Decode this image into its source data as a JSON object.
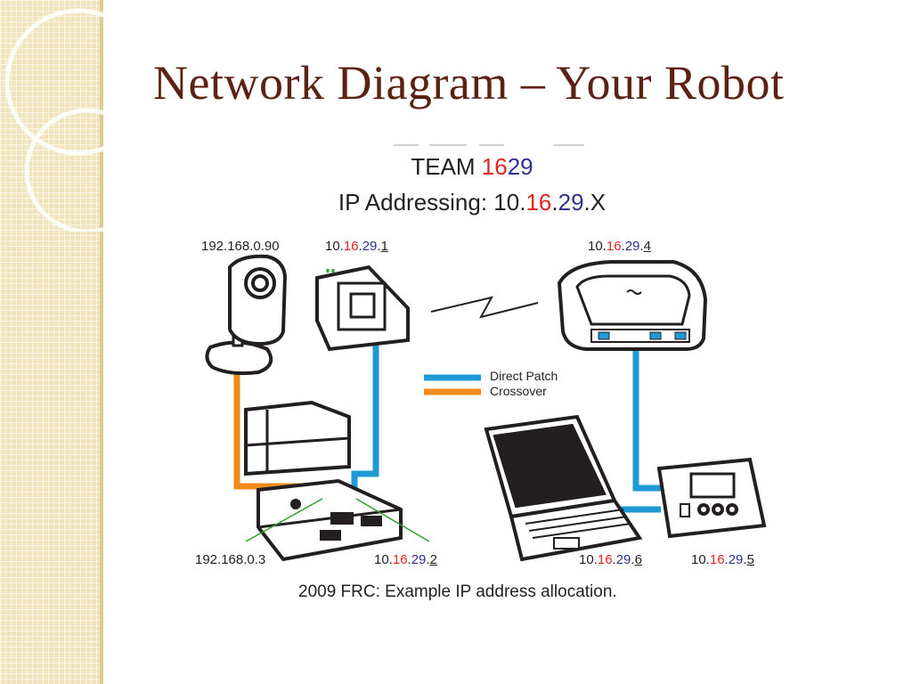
{
  "title": "Network Diagram – Your Robot",
  "header": {
    "team_prefix": "TEAM ",
    "team_part1": "16",
    "team_part2": "29",
    "ip_prefix": "IP Addressing:  10.",
    "ip_part1": "16",
    "ip_dot1": ".",
    "ip_part2": "29",
    "ip_suffix": ".X"
  },
  "devices": {
    "camera": {
      "ip": "192.168.0.90"
    },
    "bridge": {
      "ip_prefix": "10.",
      "part1": "16",
      "dot1": ".",
      "part2": "29",
      "dot2": ".",
      "host": "1"
    },
    "router": {
      "ip_prefix": "10.",
      "part1": "16",
      "dot1": ".",
      "part2": "29",
      "dot2": ".",
      "host": "4"
    },
    "crio_left": {
      "ip": "192.168.0.3"
    },
    "crio_right": {
      "ip_prefix": "10.",
      "part1": "16",
      "dot1": ".",
      "part2": "29",
      "dot2": ".",
      "host": "2"
    },
    "laptop": {
      "ip_prefix": "10.",
      "part1": "16",
      "dot1": ".",
      "part2": "29",
      "dot2": ".",
      "host": "6"
    },
    "driver_station": {
      "ip_prefix": "10.",
      "part1": "16",
      "dot1": ".",
      "part2": "29",
      "dot2": ".",
      "host": "5"
    }
  },
  "legend": {
    "items": [
      {
        "label": "Direct Patch",
        "color": "#1f9ad6"
      },
      {
        "label": "Crossover",
        "color": "#f08a1d"
      }
    ]
  },
  "caption": "2009 FRC:  Example IP address allocation.",
  "colors": {
    "title": "#5b2212",
    "red": "#e52421",
    "blue": "#2e3192",
    "patch": "#1f9ad6",
    "crossover": "#f08a1d",
    "band": "#f1e4bd"
  }
}
